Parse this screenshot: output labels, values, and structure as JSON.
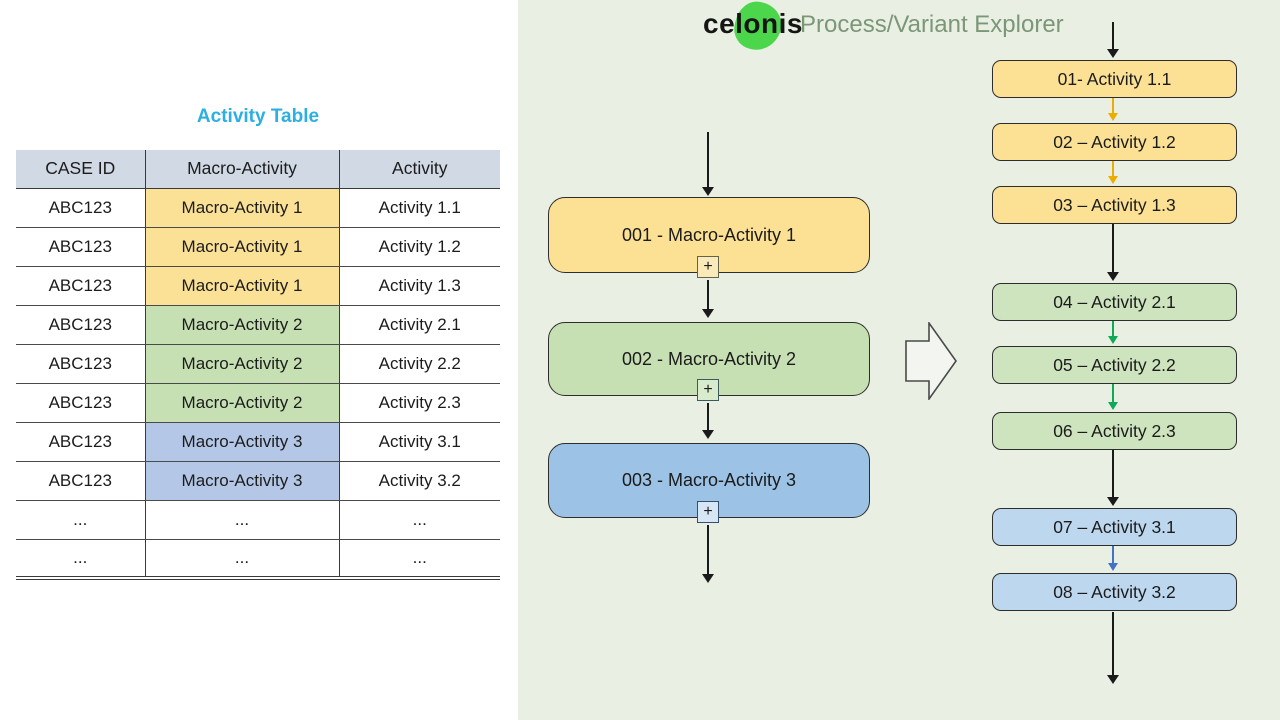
{
  "left_panel": {
    "title": "Activity Table",
    "table": {
      "headers": [
        "CASE ID",
        "Macro-Activity",
        "Activity"
      ],
      "rows": [
        {
          "case_id": "ABC123",
          "macro": "Macro-Activity 1",
          "activity": "Activity 1.1",
          "group": "yellow"
        },
        {
          "case_id": "ABC123",
          "macro": "Macro-Activity 1",
          "activity": "Activity 1.2",
          "group": "yellow"
        },
        {
          "case_id": "ABC123",
          "macro": "Macro-Activity 1",
          "activity": "Activity 1.3",
          "group": "yellow"
        },
        {
          "case_id": "ABC123",
          "macro": "Macro-Activity 2",
          "activity": "Activity 2.1",
          "group": "green"
        },
        {
          "case_id": "ABC123",
          "macro": "Macro-Activity 2",
          "activity": "Activity 2.2",
          "group": "green"
        },
        {
          "case_id": "ABC123",
          "macro": "Macro-Activity 2",
          "activity": "Activity 2.3",
          "group": "green"
        },
        {
          "case_id": "ABC123",
          "macro": "Macro-Activity 3",
          "activity": "Activity 3.1",
          "group": "blue"
        },
        {
          "case_id": "ABC123",
          "macro": "Macro-Activity 3",
          "activity": "Activity 3.2",
          "group": "blue"
        },
        {
          "case_id": "...",
          "macro": "...",
          "activity": "...",
          "group": "none"
        },
        {
          "case_id": "...",
          "macro": "...",
          "activity": "...",
          "group": "none"
        }
      ]
    }
  },
  "header": {
    "logo_text": "celonis",
    "title": "Process/Variant Explorer"
  },
  "macro_flow": {
    "boxes": [
      {
        "label": "001 - Macro-Activity 1",
        "color": "yellow",
        "plus_label": "+"
      },
      {
        "label": "002 - Macro-Activity 2",
        "color": "green",
        "plus_label": "+"
      },
      {
        "label": "003 - Macro-Activity 3",
        "color": "blue",
        "plus_label": "+"
      }
    ]
  },
  "variant_flow": {
    "entry_arrow_color": "black",
    "exit_arrow_color": "black",
    "boxes": [
      {
        "label": "01- Activity 1.1",
        "color": "yellow",
        "arrow_after": "yellow"
      },
      {
        "label": "02 – Activity 1.2",
        "color": "yellow",
        "arrow_after": "yellow"
      },
      {
        "label": "03 – Activity 1.3",
        "color": "yellow",
        "arrow_after": "black"
      },
      {
        "label": "04 – Activity 2.1",
        "color": "green",
        "arrow_after": "green"
      },
      {
        "label": "05 – Activity 2.2",
        "color": "green",
        "arrow_after": "green"
      },
      {
        "label": "06 – Activity 2.3",
        "color": "green",
        "arrow_after": "black"
      },
      {
        "label": "07 – Activity 3.1",
        "color": "blue",
        "arrow_after": "blue"
      },
      {
        "label": "08 – Activity 3.2",
        "color": "blue",
        "arrow_after": "black"
      }
    ]
  },
  "colors": {
    "panel_bg": "#E9F0E3",
    "title_accent": "#2CAFE3",
    "explorer_title": "#7C9678",
    "logo_green": "#4CD64C",
    "table_header_fill": "#D0D9E4",
    "cell_yellow": "#FBE196",
    "cell_green": "#C6E0B4",
    "cell_blue": "#B4C7E7",
    "macro_yellow": "#FCE194",
    "macro_green": "#C6E0B4",
    "macro_blue": "#9CC2E5",
    "variant_yellow": "#FCE194",
    "variant_green": "#CDE4BE",
    "variant_blue": "#BDD7EE",
    "arrow_yellow": "#EDAD00",
    "arrow_green": "#0FA958",
    "arrow_blue": "#4472C4",
    "arrow_black": "#1a1a1a"
  }
}
